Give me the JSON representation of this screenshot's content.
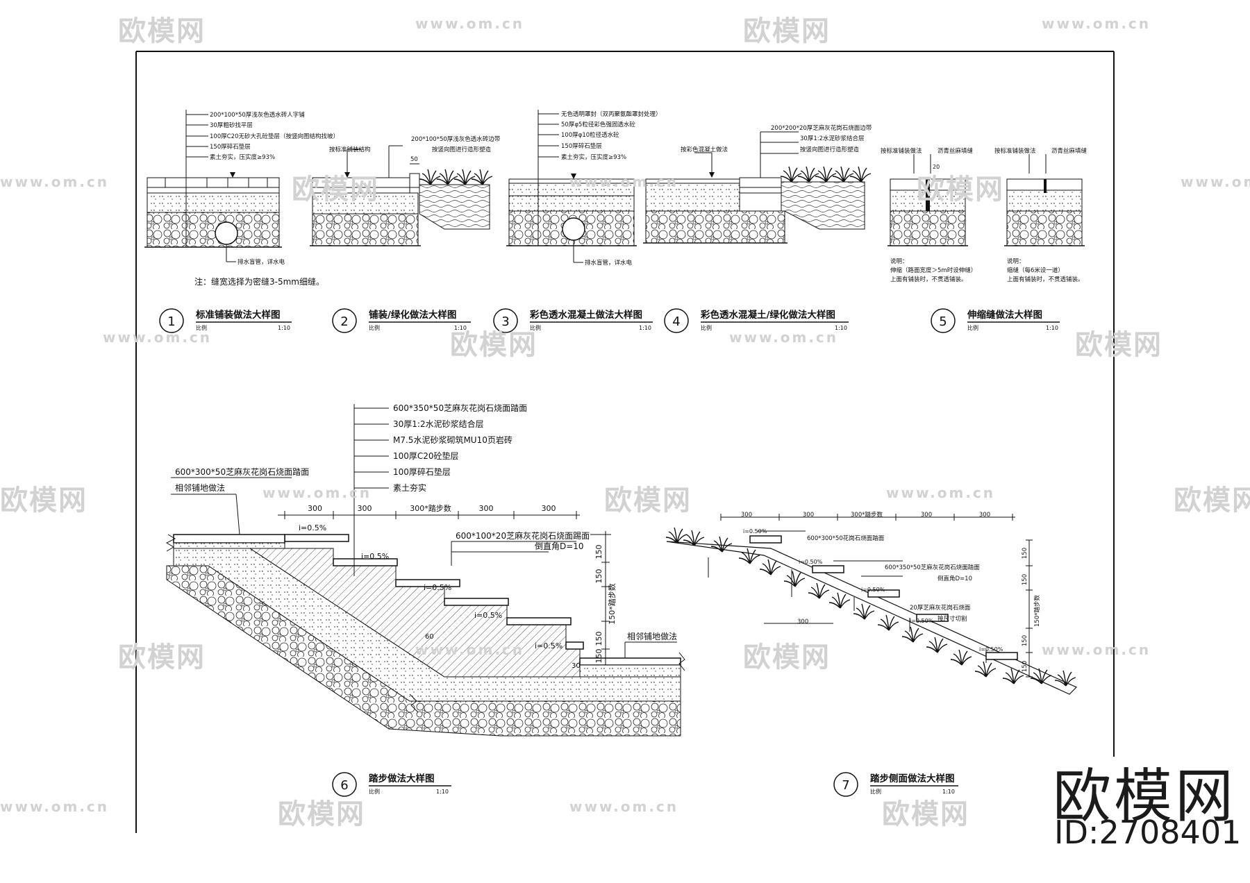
{
  "watermark": {
    "logo": "欧模网",
    "url": "www.om.cn"
  },
  "brand": {
    "name": "欧模网",
    "id": "ID:2708401"
  },
  "common": {
    "scale_label": "比例",
    "scale_value": "1:10"
  },
  "detail1": {
    "number": "1",
    "title": "标准铺装做法大样图",
    "layers": [
      "200*100*50厚浅灰色透水砖人字铺",
      "30厚粗砂找平层",
      "100厚C20无砂大孔砼垫层（按竖向图结构找坡）",
      "150厚碎石垫层",
      "素土夯实，压实度≥93%"
    ],
    "pipe_label": "排水盲管，详水电",
    "note": "注：缝宽选择为密缝3-5mm细缝。"
  },
  "detail2": {
    "number": "2",
    "title": "铺装/绿化做法大样图",
    "label_left": "按标准铺装结构",
    "labels_right": [
      "200*100*50厚浅灰色透水砖边带",
      "按竖向图进行造形塑造"
    ],
    "dim": "50"
  },
  "detail3": {
    "number": "3",
    "title": "彩色透水混凝土做法大样图",
    "layers": [
      "无色透明罩封（双丙聚氨酯罩封处理）",
      "50厚φ5粒径彩色强固透水砼",
      "100厚φ10粒径透水砼",
      "150厚碎石垫层",
      "素土夯实，压实度≥93%"
    ],
    "pipe_label": "排水盲管，详水电"
  },
  "detail4": {
    "number": "4",
    "title": "彩色透水混凝土/绿化做法大样图",
    "label_left": "按彩色混凝土做法",
    "labels_right": [
      "200*200*20厚芝麻灰花岗石烧面边带",
      "30厚1:2水泥砂浆结合层",
      "按竖向图进行造形塑造"
    ]
  },
  "detail5": {
    "number": "5",
    "title": "伸缩缝做法大样图",
    "labels": [
      "按标准铺装做法",
      "沥青丝麻填缝",
      "按标准铺装做法",
      "沥青丝麻填缝"
    ],
    "dim": "20",
    "note_left": [
      "说明：",
      "伸缩（路面宽度＞5m时设伸缝）",
      "上面有铺装时，不贯透铺装。"
    ],
    "note_right": [
      "说明：",
      "缩缝（每6米设一道）",
      "上面有铺装时，不贯透铺装。"
    ]
  },
  "detail6": {
    "number": "6",
    "title": "踏步做法大样图",
    "layers": [
      "600*350*50芝麻灰花岗石烧面踏面",
      "30厚1:2水泥砂浆结合层",
      "M7.5水泥砂浆砌筑MU10页岩砖",
      "100厚C20砼垫层",
      "100厚碎石垫层",
      "素土夯实"
    ],
    "top_label": "600*300*50芝麻灰花岗石烧面踏面",
    "adjacent_top": "相邻铺地做法",
    "adjacent_bottom": "相邻铺地做法",
    "nose_label": "600*100*20芝麻灰花岗石烧面踢面",
    "chamfer": "倒直角D=10",
    "dims_top": [
      "300",
      "300",
      "300*踏步数",
      "300",
      "300"
    ],
    "dims_side": [
      "150",
      "150",
      "150",
      "150"
    ],
    "dim_side_total": "150*踏步数",
    "dim_small": "30",
    "dim_angle": "60",
    "slope": "i=0.5%"
  },
  "detail7": {
    "number": "7",
    "title": "踏步侧面做法大样图",
    "dims_top": [
      "300",
      "300",
      "300*踏步数",
      "300",
      "300"
    ],
    "labels": [
      "600*300*50花岗石烧面踏面",
      "600*350*50芝麻灰花岗石烧面踏面",
      "倒直角D=10",
      "20厚芝麻灰花岗石烧面",
      "按尺寸切割"
    ],
    "dim_bottom": "300",
    "dims_side": [
      "150",
      "150",
      "150",
      "150"
    ],
    "dim_side_total": "150*踏步数",
    "slope": "i=0.50%"
  }
}
